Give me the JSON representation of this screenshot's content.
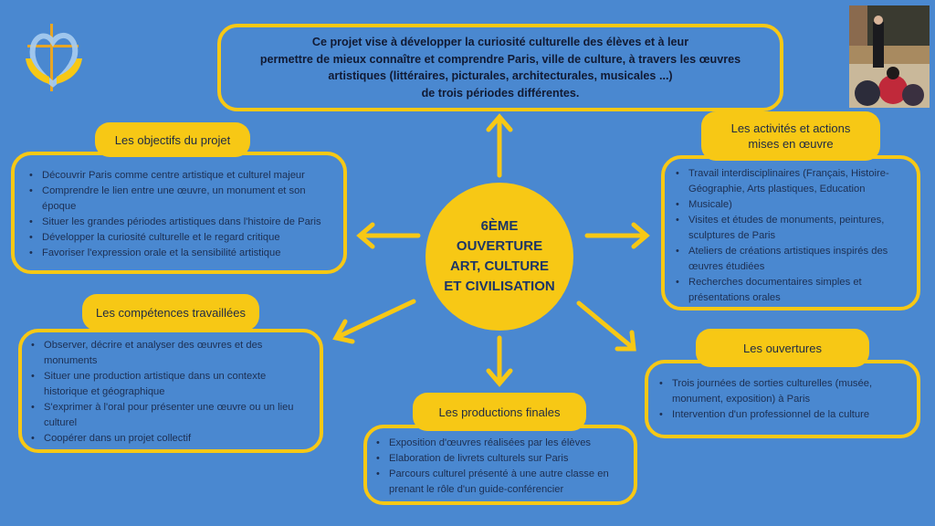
{
  "intro": {
    "lines": [
      "Ce projet vise à développer la curiosité culturelle des élèves et à leur",
      "permettre de mieux connaître et comprendre Paris, ville de culture, à travers les œuvres",
      "artistiques (littéraires, picturales, architecturales, musicales ...)",
      "de trois périodes différentes."
    ]
  },
  "center": {
    "lines": [
      "6ÈME",
      "OUVERTURE",
      "ART, CULTURE",
      "ET CIVILISATION"
    ]
  },
  "logo": {
    "icon": "cross-heart-hands-logo"
  },
  "photo": {
    "description": "guide-speaking-to-seated-students-in-museum"
  },
  "objectifs": {
    "title": "Les objectifs du projet",
    "items": [
      "Découvrir Paris comme centre artistique et culturel majeur",
      "Comprendre le lien entre une œuvre, un monument et son époque",
      "Situer les grandes périodes artistiques dans l'histoire de Paris",
      "Développer la curiosité culturelle et le regard critique",
      "Favoriser l'expression orale et la sensibilité artistique"
    ]
  },
  "activites": {
    "title": "Les activités et actions mises en œuvre",
    "items": [
      "Travail interdisciplinaires (Français, Histoire-Géographie, Arts plastiques, Education",
      "Musicale)",
      "Visites et études de monuments, peintures, sculptures de Paris",
      "Ateliers de créations artistiques inspirés des œuvres étudiées",
      "Recherches documentaires simples et présentations orales"
    ]
  },
  "competences": {
    "title": "Les compétences travaillées",
    "items": [
      "Observer, décrire et analyser des œuvres et des monuments",
      "Situer une production artistique dans un contexte historique et géographique",
      "S'exprimer à l'oral pour présenter une œuvre ou un lieu culturel",
      "Coopérer dans un projet collectif"
    ]
  },
  "productions": {
    "title": "Les productions finales",
    "items": [
      "Exposition d'œuvres réalisées par les élèves",
      "Elaboration de livrets culturels sur Paris",
      "Parcours culturel présenté à une autre classe en prenant le rôle d'un guide-conférencier"
    ]
  },
  "ouvertures": {
    "title": "Les ouvertures",
    "items": [
      "Trois journées de sorties culturelles (musée, monument, exposition) à Paris",
      "Intervention d'un professionnel de la culture"
    ]
  },
  "colors": {
    "background": "#4a88d0",
    "accent": "#f7c815",
    "text": "#1d2f52"
  }
}
